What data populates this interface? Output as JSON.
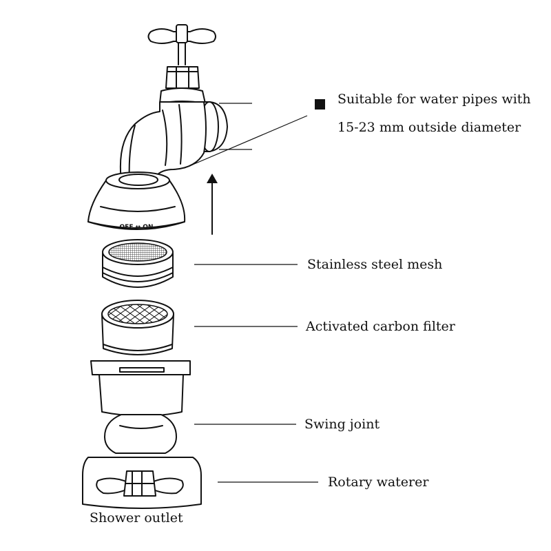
{
  "notes": {
    "pipe_spec_line1": "Suitable for water pipes with",
    "pipe_spec_line2": "15-23 mm outside diameter"
  },
  "parts": {
    "ring_marking": "OFF ↔ ON",
    "stainless_mesh": "Stainless steel mesh",
    "carbon_filter": "Activated carbon filter",
    "swing_joint": "Swing joint",
    "rotary_waterer": "Rotary waterer",
    "shower_outlet": "Shower outlet"
  }
}
